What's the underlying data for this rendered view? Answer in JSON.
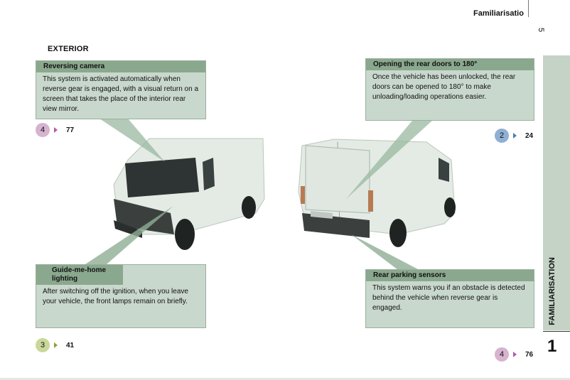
{
  "header": {
    "title": "Familiarisatio",
    "page_number": "5"
  },
  "section_title": "EXTERIOR",
  "side_tab": {
    "label": "FAMILIARISATION",
    "chapter": "1",
    "color": "#c4d3c6"
  },
  "callouts": [
    {
      "title": "Reversing camera",
      "text": "This system is activated automatically when reverse gear is engaged, with a visual return on a screen that takes the place of the interior rear view mirror."
    },
    {
      "title": "Opening the rear doors to 180°",
      "text": "Once the vehicle has been unlocked, the rear doors can be opened to 180° to make unloading/loading operations easier."
    },
    {
      "title": "Guide-me-home lighting",
      "text": "After switching off the ignition, when you leave your vehicle, the front lamps remain on briefly."
    },
    {
      "title": "Rear parking sensors",
      "text": "This system warns you if an obstacle is detected behind the vehicle when reverse gear is engaged."
    }
  ],
  "refs": [
    {
      "chapter": "4",
      "page": "77",
      "color": "#d6b3cf",
      "arrow_color": "#b35ea5"
    },
    {
      "chapter": "2",
      "page": "24",
      "color": "#8fb0d4",
      "arrow_color": "#4a7db5"
    },
    {
      "chapter": "3",
      "page": "41",
      "color": "#c9d89a",
      "arrow_color": "#8aa32f"
    },
    {
      "chapter": "4",
      "page": "76",
      "color": "#d6b3cf",
      "arrow_color": "#b35ea5"
    }
  ],
  "colors": {
    "box_bg": "#c9d8cd",
    "box_title": "#8aa88d",
    "pointer": "#9ab8a0"
  }
}
